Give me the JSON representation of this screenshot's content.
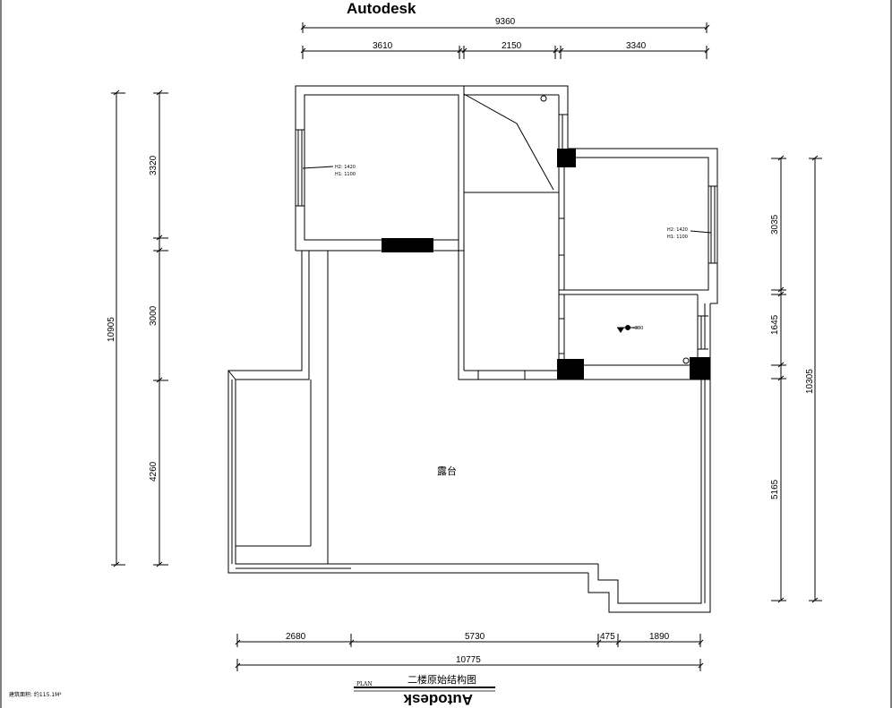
{
  "watermarks": {
    "top": "Autodesk",
    "bottom": "Autodesk"
  },
  "dimensions": {
    "top_total": "9360",
    "top_segments": [
      "3610",
      "2150",
      "3340"
    ],
    "left_total": "10905",
    "left_segments": [
      "3320",
      "3000",
      "4260"
    ],
    "right_total": "10305",
    "right_segments": [
      "3035",
      "1645",
      "5165"
    ],
    "bottom_segments": [
      "2680",
      "5730",
      "475",
      "1890"
    ],
    "bottom_total": "10775"
  },
  "window_notes": {
    "left_h2": "H2: 1420",
    "left_h1": "H1: 1100",
    "right_h2": "H2: 1420",
    "right_h1": "H1: 1100"
  },
  "level_mark": "-380",
  "room_label": "露台",
  "drawing_title": "二楼原始结构图",
  "plan_tag": "PLAN",
  "area_note": "建筑面积: 约115.1M²"
}
